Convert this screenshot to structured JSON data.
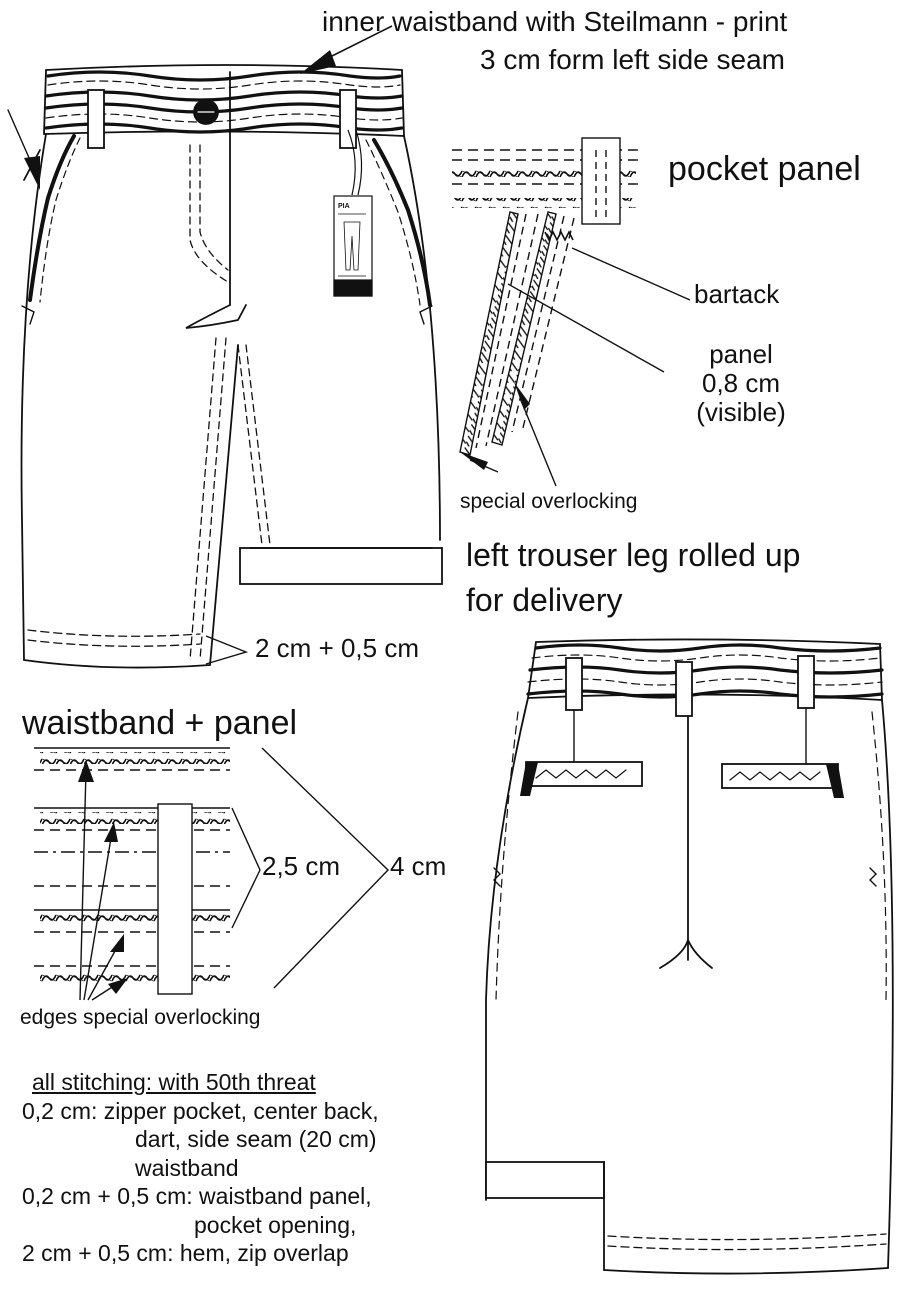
{
  "labels": {
    "inner_waistband_line1": "inner waistband with Steilmann - print",
    "inner_waistband_line2": "3 cm form left side seam",
    "pocket_panel": "pocket panel",
    "bartack": "bartack",
    "panel_line1": "panel",
    "panel_line2": "0,8 cm",
    "panel_line3": "(visible)",
    "special_overlocking": "special overlocking",
    "rolled_up_line1": "left trouser leg rolled up",
    "rolled_up_line2": "for delivery",
    "hem_measure": "2 cm + 0,5 cm",
    "waistband_panel_title": "waistband + panel",
    "measure_2_5": "2,5 cm",
    "measure_4": "4 cm",
    "edges_overlocking": "edges special overlocking"
  },
  "hangtag": {
    "brand": "PIA"
  },
  "stitching_notes": {
    "heading": "all stitching:  with 50th threat",
    "l1": "0,2 cm:  zipper pocket, center back,",
    "l2": "dart, side seam (20 cm)",
    "l3": "waistband",
    "l4": "0,2 cm + 0,5 cm: waistband panel,",
    "l5": "pocket opening,",
    "l6": "2 cm + 0,5 cm: hem, zip overlap"
  },
  "colors": {
    "ink": "#111111",
    "paper": "#ffffff"
  }
}
